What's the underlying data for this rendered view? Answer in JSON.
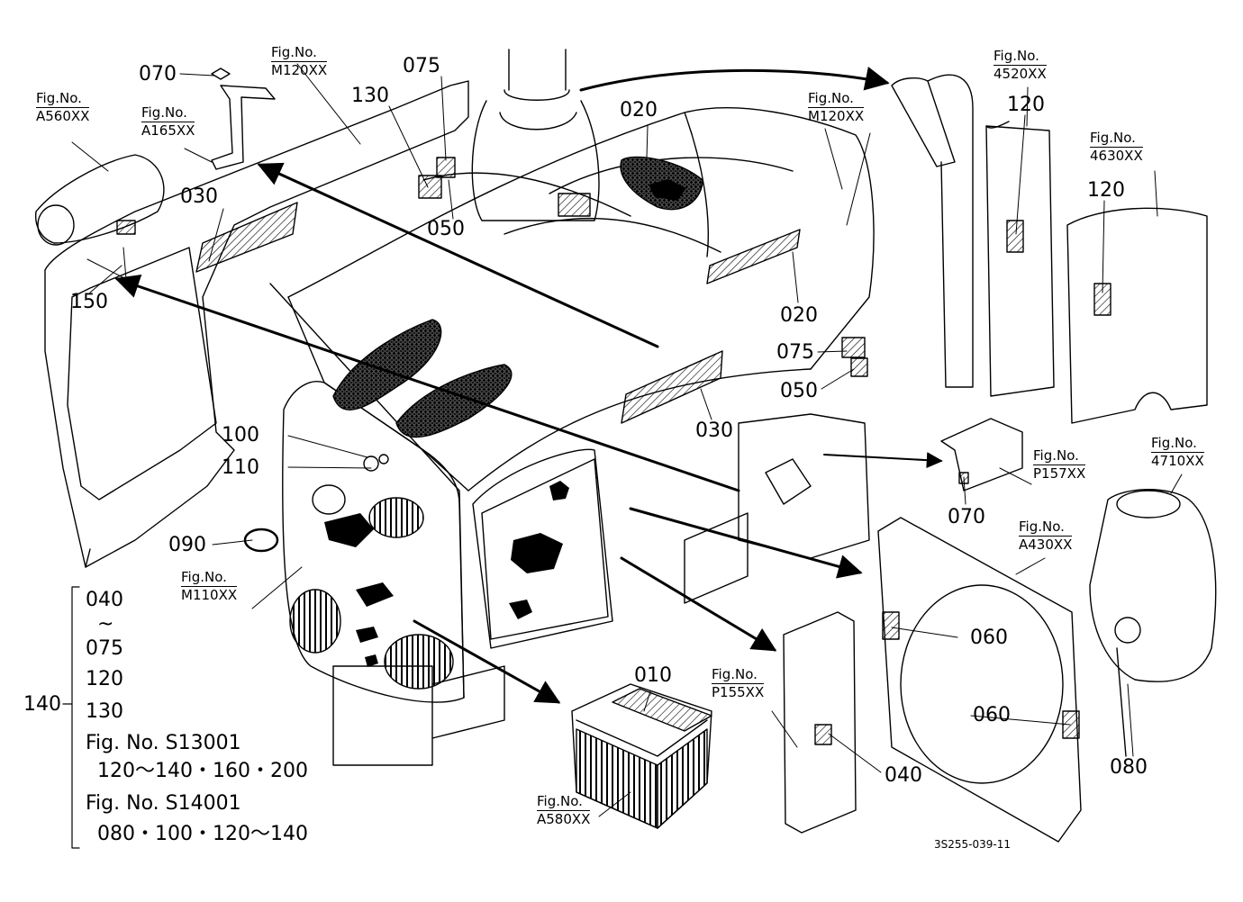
{
  "callouts": [
    "070",
    "130",
    "075",
    "050",
    "030",
    "150",
    "020",
    "020",
    "075",
    "050",
    "030",
    "100",
    "110",
    "090",
    "120",
    "120",
    "070",
    "060",
    "060",
    "040",
    "080",
    "010"
  ],
  "figure_refs": [
    {
      "line1": "Fig.No.",
      "line2": "A560XX"
    },
    {
      "line1": "Fig.No.",
      "line2": "A165XX"
    },
    {
      "line1": "Fig.No.",
      "line2": "M120XX"
    },
    {
      "line1": "Fig.No.",
      "line2": "M120XX"
    },
    {
      "line1": "Fig.No.",
      "line2": "4520XX"
    },
    {
      "line1": "Fig.No.",
      "line2": "4630XX"
    },
    {
      "line1": "Fig.No.",
      "line2": "P157XX"
    },
    {
      "line1": "Fig.No.",
      "line2": "4710XX"
    },
    {
      "line1": "Fig.No.",
      "line2": "A430XX"
    },
    {
      "line1": "Fig.No.",
      "line2": "M110XX"
    },
    {
      "line1": "Fig.No.",
      "line2": "P155XX"
    },
    {
      "line1": "Fig.No.",
      "line2": "A580XX"
    }
  ],
  "bracket": {
    "item": "140",
    "lines": [
      "040",
      "~",
      "075",
      "120",
      "130",
      "Fig. No. S13001",
      "120～140・160・200",
      "Fig. No. S14001",
      "080・100・120～140"
    ]
  },
  "drawing_ref": "3S255-039-11"
}
